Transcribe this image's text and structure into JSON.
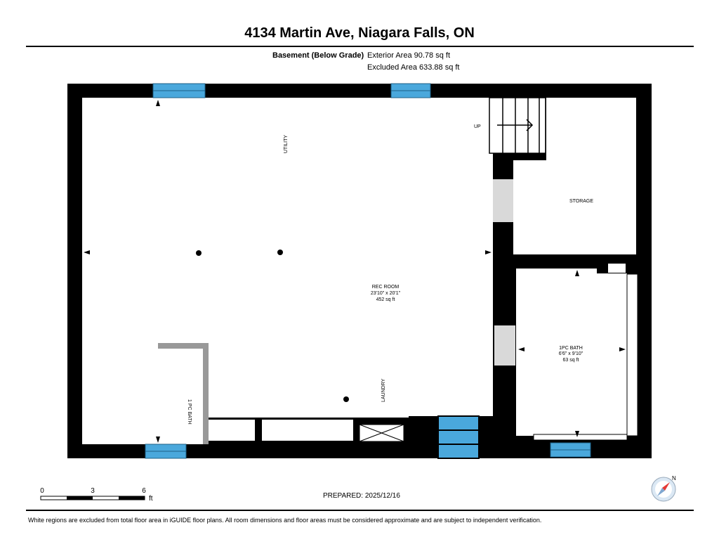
{
  "title": "4134 Martin Ave, Niagara Falls, ON",
  "level": "Basement (Below Grade)",
  "exterior_area": "Exterior Area 90.78 sq ft",
  "excluded_area": "Excluded Area 633.88 sq ft",
  "rooms": {
    "utility": "UTILITY",
    "up": "UP",
    "storage": "STORAGE",
    "rec_room": {
      "name": "REC ROOM",
      "dims": "23'10\" x 20'1\"",
      "area": "452 sq ft"
    },
    "bath": {
      "name": "1PC BATH",
      "dims": "6'6\" x 9'10\"",
      "area": "63 sq ft"
    },
    "side_bath": "1 PC BATH",
    "laundry": "LAUNDRY"
  },
  "scale": {
    "ticks": [
      "0",
      "3",
      "6"
    ],
    "unit": "ft"
  },
  "compass": "N",
  "prepared": "PREPARED: 2025/12/16",
  "footer": "White regions are excluded from total floor area in iGUIDE floor plans. All room dimensions and floor areas must be considered approximate and are subject to independent verification.",
  "colors": {
    "wall": "#000000",
    "window": "#4aa8dc",
    "door": "#d9d9d9",
    "partial_wall": "#999999"
  }
}
